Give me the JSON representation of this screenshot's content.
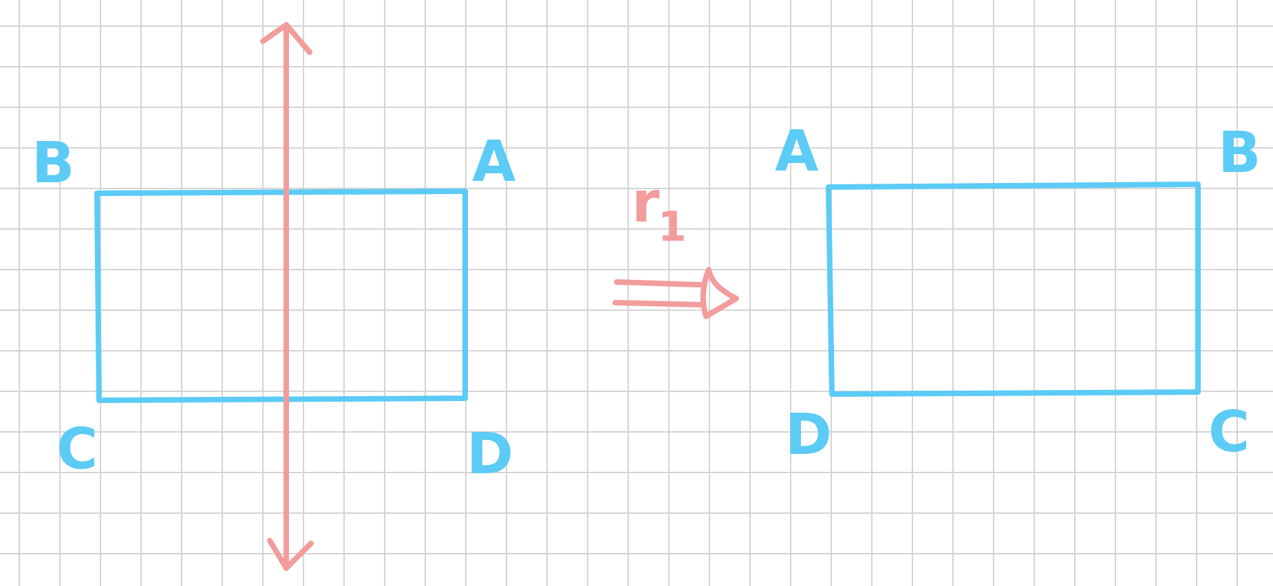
{
  "colors": {
    "grid": "#d4d4d4",
    "shape": "#5ccbf5",
    "mirror": "#f29c9c",
    "background": "#ffffff"
  },
  "left_figure": {
    "labels": {
      "top_left": "B",
      "top_right": "A",
      "bottom_left": "C",
      "bottom_right": "D"
    }
  },
  "transform": {
    "label": "r",
    "subscript": "1"
  },
  "right_figure": {
    "labels": {
      "top_left": "A",
      "top_right": "B",
      "bottom_left": "D",
      "bottom_right": "C"
    }
  },
  "icons": {
    "axis": "double-arrow-vertical-icon",
    "map": "double-arrow-right-icon"
  }
}
